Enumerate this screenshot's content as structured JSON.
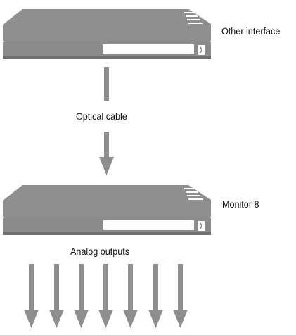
{
  "diagram": {
    "devices": [
      {
        "id": "top",
        "label": "Other interface"
      },
      {
        "id": "bottom",
        "label": "Monitor 8"
      }
    ],
    "connection_label": "Optical cable",
    "outputs_label": "Analog outputs",
    "outputs_count": 7,
    "colors": {
      "device_fill": "#8f8f8f",
      "device_shadow": "#6f6f6f",
      "device_slot": "#ffffff",
      "arrow_fill": "#8e8e8e",
      "text": "#111111"
    }
  }
}
